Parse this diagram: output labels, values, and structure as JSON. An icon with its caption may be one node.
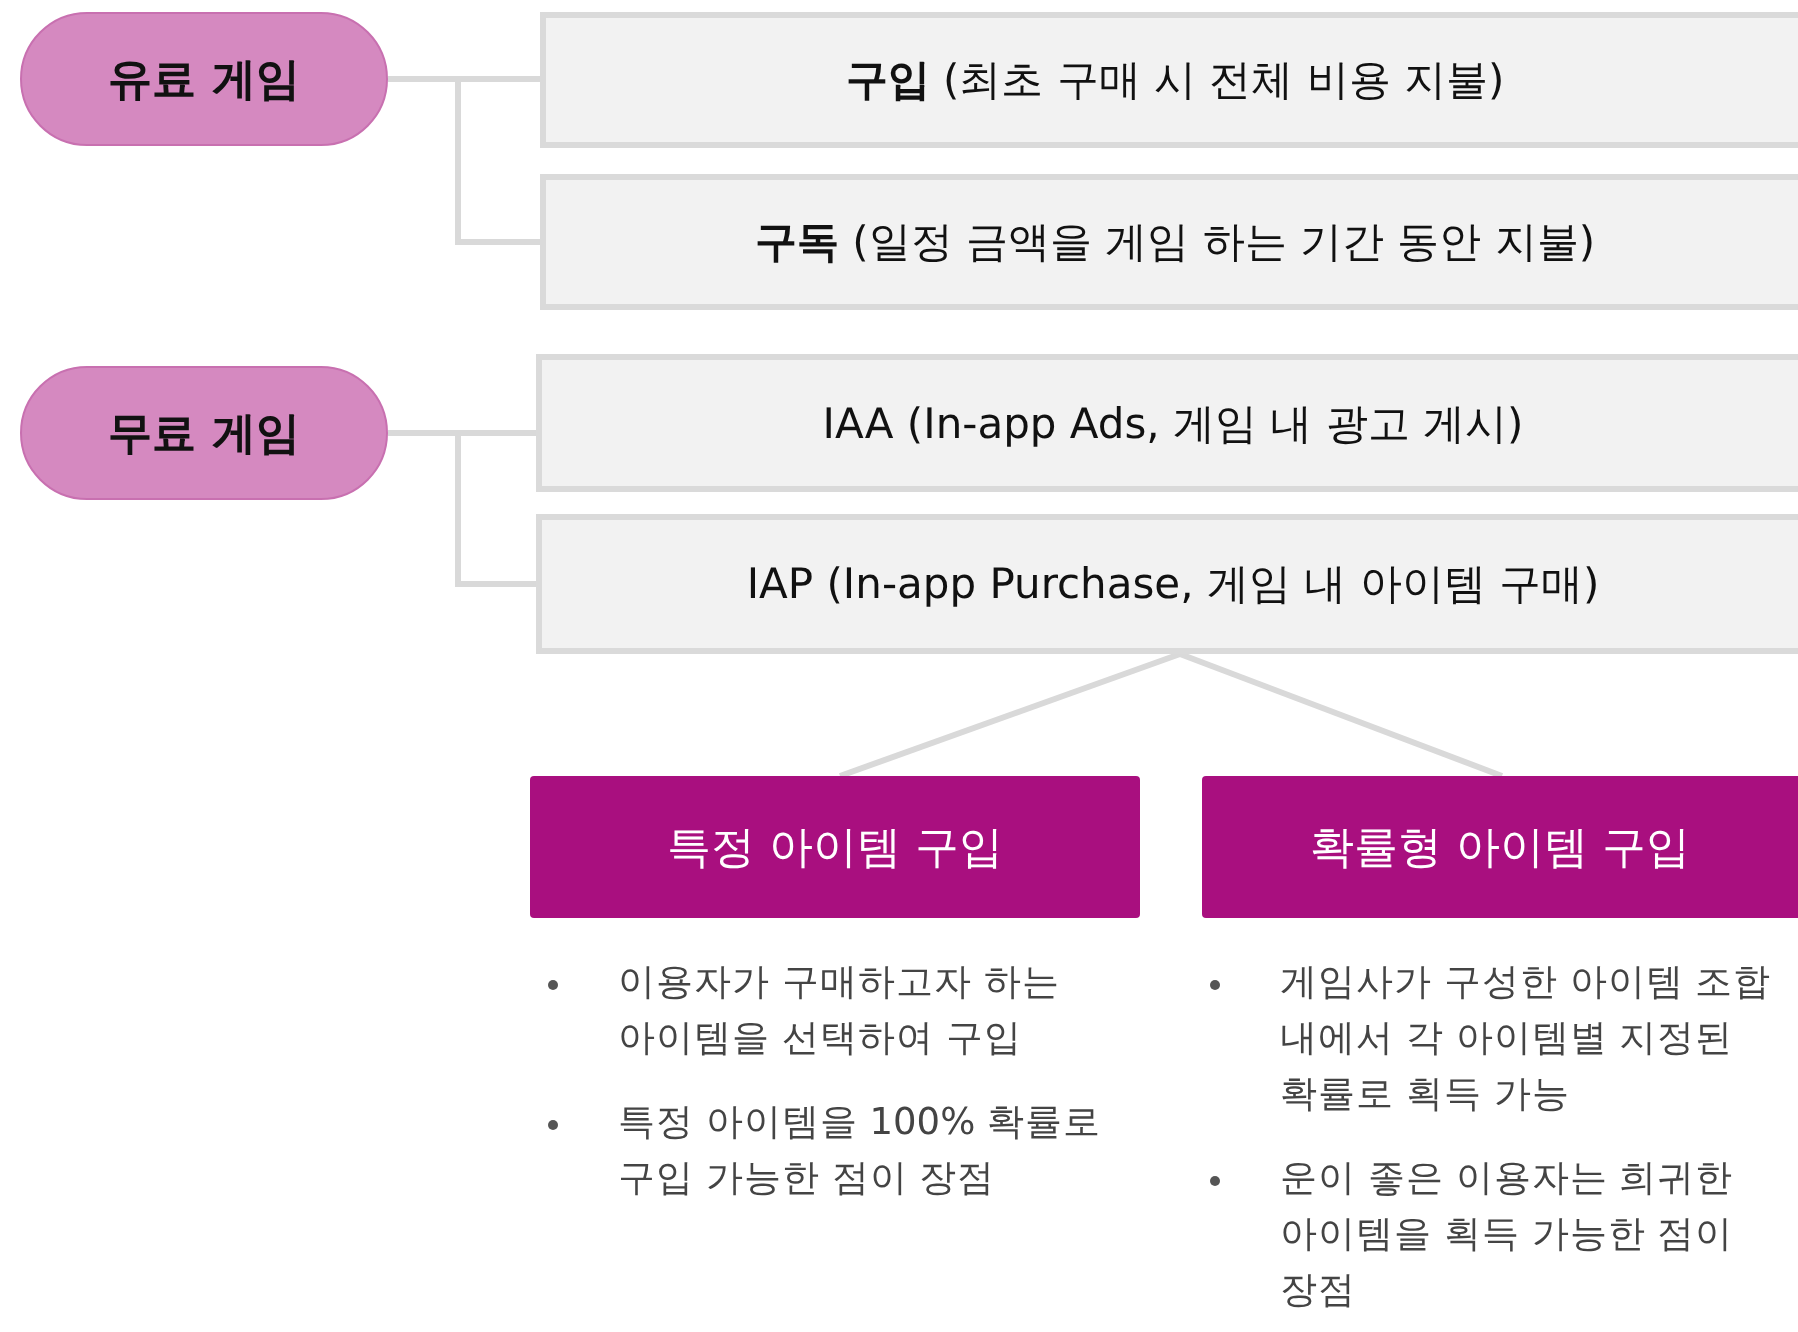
{
  "diagram": {
    "nodes": [
      {
        "text": [
          "유료 게임"
        ]
      },
      {
        "text": [
          "**구입** (최초 구매 시 전체 비용 지불)"
        ]
      },
      {
        "text": [
          "**구독** (일정 금액을 게임 하는 기간 동안 지불)"
        ]
      },
      {
        "text": [
          "무료 게임"
        ]
      },
      {
        "text": [
          "IAA (In-app Ads, 게임 내 광고 게시)"
        ]
      },
      {
        "text": [
          "IAP (In-app Purchase, 게임 내 아이템 구매)"
        ]
      },
      {
        "text": [
          "특정 아이템 구입"
        ],
        "beside": [
          "이용자가 구매하고자 하는 아이템을 선택하여 구입",
          "특정 아이템을 100% 확률로 구입 가능한 점이 장점"
        ]
      },
      {
        "text": [
          "확률형 아이템 구입"
        ],
        "beside": [
          "게임사가 구성한 아이템 조합 내에서 각 아이템별 지정된 확률로 획득 가능",
          "운이 좋은 이용자는 희귀한 아이템을 획득 가능한 점이 장점"
        ]
      }
    ],
    "edges": [
      {
        "from": 0,
        "to": 1,
        "arrow": "none"
      },
      {
        "from": 0,
        "to": 2,
        "arrow": "none"
      },
      {
        "from": 3,
        "to": 4,
        "arrow": "none"
      },
      {
        "from": 3,
        "to": 5,
        "arrow": "none"
      },
      {
        "from": 5,
        "to": 6,
        "arrow": "none"
      },
      {
        "from": 5,
        "to": 7,
        "arrow": "none"
      }
    ]
  }
}
